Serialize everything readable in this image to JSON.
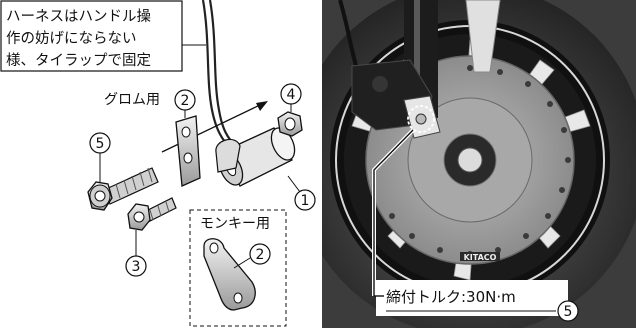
{
  "callout_box": {
    "lines": [
      "ハーネスはハンドル操",
      "作の妨げにならない",
      "様、タイラップで固定"
    ]
  },
  "labels": {
    "grommet": "グロム用",
    "monkey": "モンキー用",
    "torque": "締付トルク:30N·m",
    "photo_brand": "KITACO"
  },
  "part_numbers": {
    "collar": "1",
    "bracket_grommet": "2",
    "bracket_monkey": "2",
    "small_bolt": "3",
    "nut": "4",
    "flange_bolt": "5",
    "photo_bolt": "5"
  }
}
